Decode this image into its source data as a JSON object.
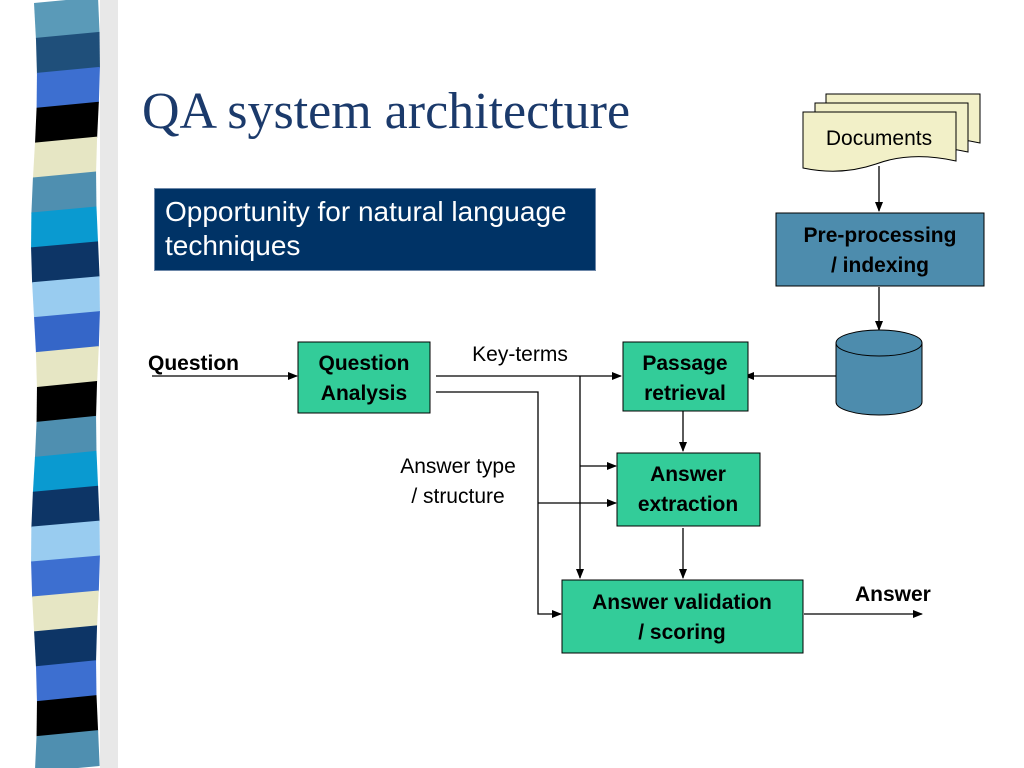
{
  "slide": {
    "title": "QA system architecture",
    "highlight_text": "Opportunity for natural language techniques"
  },
  "colors": {
    "title": "#1b3a6b",
    "highlight_bg": "#003366",
    "process_box": "#33cc99",
    "preprocess_box": "#4d8cad",
    "database": "#4d8cad",
    "document_stack": "#f2f0c8"
  },
  "inputs": {
    "question": "Question",
    "answer": "Answer"
  },
  "nodes": {
    "documents": "Documents",
    "preprocessing": [
      "Pre-processing",
      "/ indexing"
    ],
    "question_analysis": [
      "Question",
      "Analysis"
    ],
    "passage_retrieval": [
      "Passage",
      "retrieval"
    ],
    "answer_extraction": [
      "Answer",
      "extraction"
    ],
    "answer_validation": [
      "Answer validation",
      "/ scoring"
    ]
  },
  "edge_labels": {
    "key_terms": "Key-terms",
    "answer_type": [
      "Answer type",
      "/ structure"
    ]
  },
  "stripe_colors": [
    "#5a9ab8",
    "#1f4f7a",
    "#3d6fd0",
    "#000000",
    "#e6e6c4",
    "#4f8fb0",
    "#0a9ad0",
    "#0d3566",
    "#99ccf0",
    "#3566c8",
    "#e6e6c4",
    "#000000",
    "#4f8fb0",
    "#0a9ad0",
    "#0d3566",
    "#99ccf0",
    "#3d6fd0",
    "#e6e6c4",
    "#0d3566",
    "#3d6fd0",
    "#000000",
    "#4f8fb0"
  ]
}
